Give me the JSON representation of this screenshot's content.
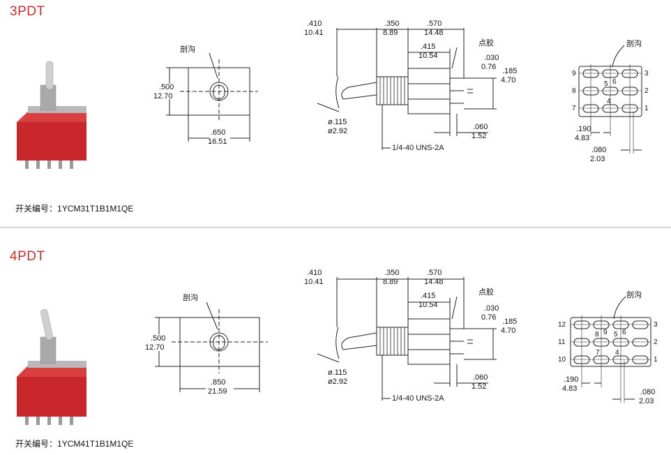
{
  "colors": {
    "title": "#c8302c",
    "switch_body": "#c8282c",
    "metal": "#b0b0b0"
  },
  "sections": [
    {
      "title": "3PDT",
      "part_label": "开关编号：",
      "part_number": "1YCM31T1B1M1QE",
      "front": {
        "groove": "剖沟",
        "height_in": ".500",
        "height_mm": "12.70",
        "width_in": ".650",
        "width_mm": "16.51"
      },
      "side": {
        "d1_in": ".410",
        "d1_mm": "10.41",
        "d2_in": ".350",
        "d2_mm": "8.89",
        "d3_in": ".570",
        "d3_mm": "14.48",
        "d4_in": ".415",
        "d4_mm": "10.54",
        "glue": "点胶",
        "d5_in": ".030",
        "d5_mm": "0.76",
        "d6_in": ".185",
        "d6_mm": "4.70",
        "dia_in": "ø.115",
        "dia_mm": "ø2.92",
        "d7_in": ".060",
        "d7_mm": "1.52",
        "thread": "1/4-40 UNS-2A"
      },
      "pins": {
        "groove": "剖沟",
        "left": [
          "9",
          "8",
          "7"
        ],
        "right": [
          "3",
          "2",
          "1"
        ],
        "inner": [
          "5",
          "6",
          "4"
        ],
        "pitch_in": ".190",
        "pitch_mm": "4.83",
        "w_in": ".080",
        "w_mm": "2.03"
      }
    },
    {
      "title": "4PDT",
      "part_label": "开关编号：",
      "part_number": "1YCM41T1B1M1QE",
      "front": {
        "groove": "剖沟",
        "height_in": ".500",
        "height_mm": "12.70",
        "width_in": ".850",
        "width_mm": "21.59"
      },
      "side": {
        "d1_in": ".410",
        "d1_mm": "10.41",
        "d2_in": ".350",
        "d2_mm": "8.89",
        "d3_in": ".570",
        "d3_mm": "14.48",
        "d4_in": ".415",
        "d4_mm": "10.54",
        "glue": "点胶",
        "d5_in": ".030",
        "d5_mm": "0.76",
        "d6_in": ".185",
        "d6_mm": "4.70",
        "dia_in": "ø.115",
        "dia_mm": "ø2.92",
        "d7_in": ".060",
        "d7_mm": "1.52",
        "thread": "1/4-40 UNS-2A"
      },
      "pins": {
        "groove": "剖沟",
        "left": [
          "12",
          "11",
          "10"
        ],
        "right": [
          "3",
          "2",
          "1"
        ],
        "inner": [
          "8",
          "9",
          "5",
          "6",
          "7",
          "4"
        ],
        "pitch_in": ".190",
        "pitch_mm": "4.83",
        "w_in": ".080",
        "w_mm": "2.03"
      }
    }
  ]
}
